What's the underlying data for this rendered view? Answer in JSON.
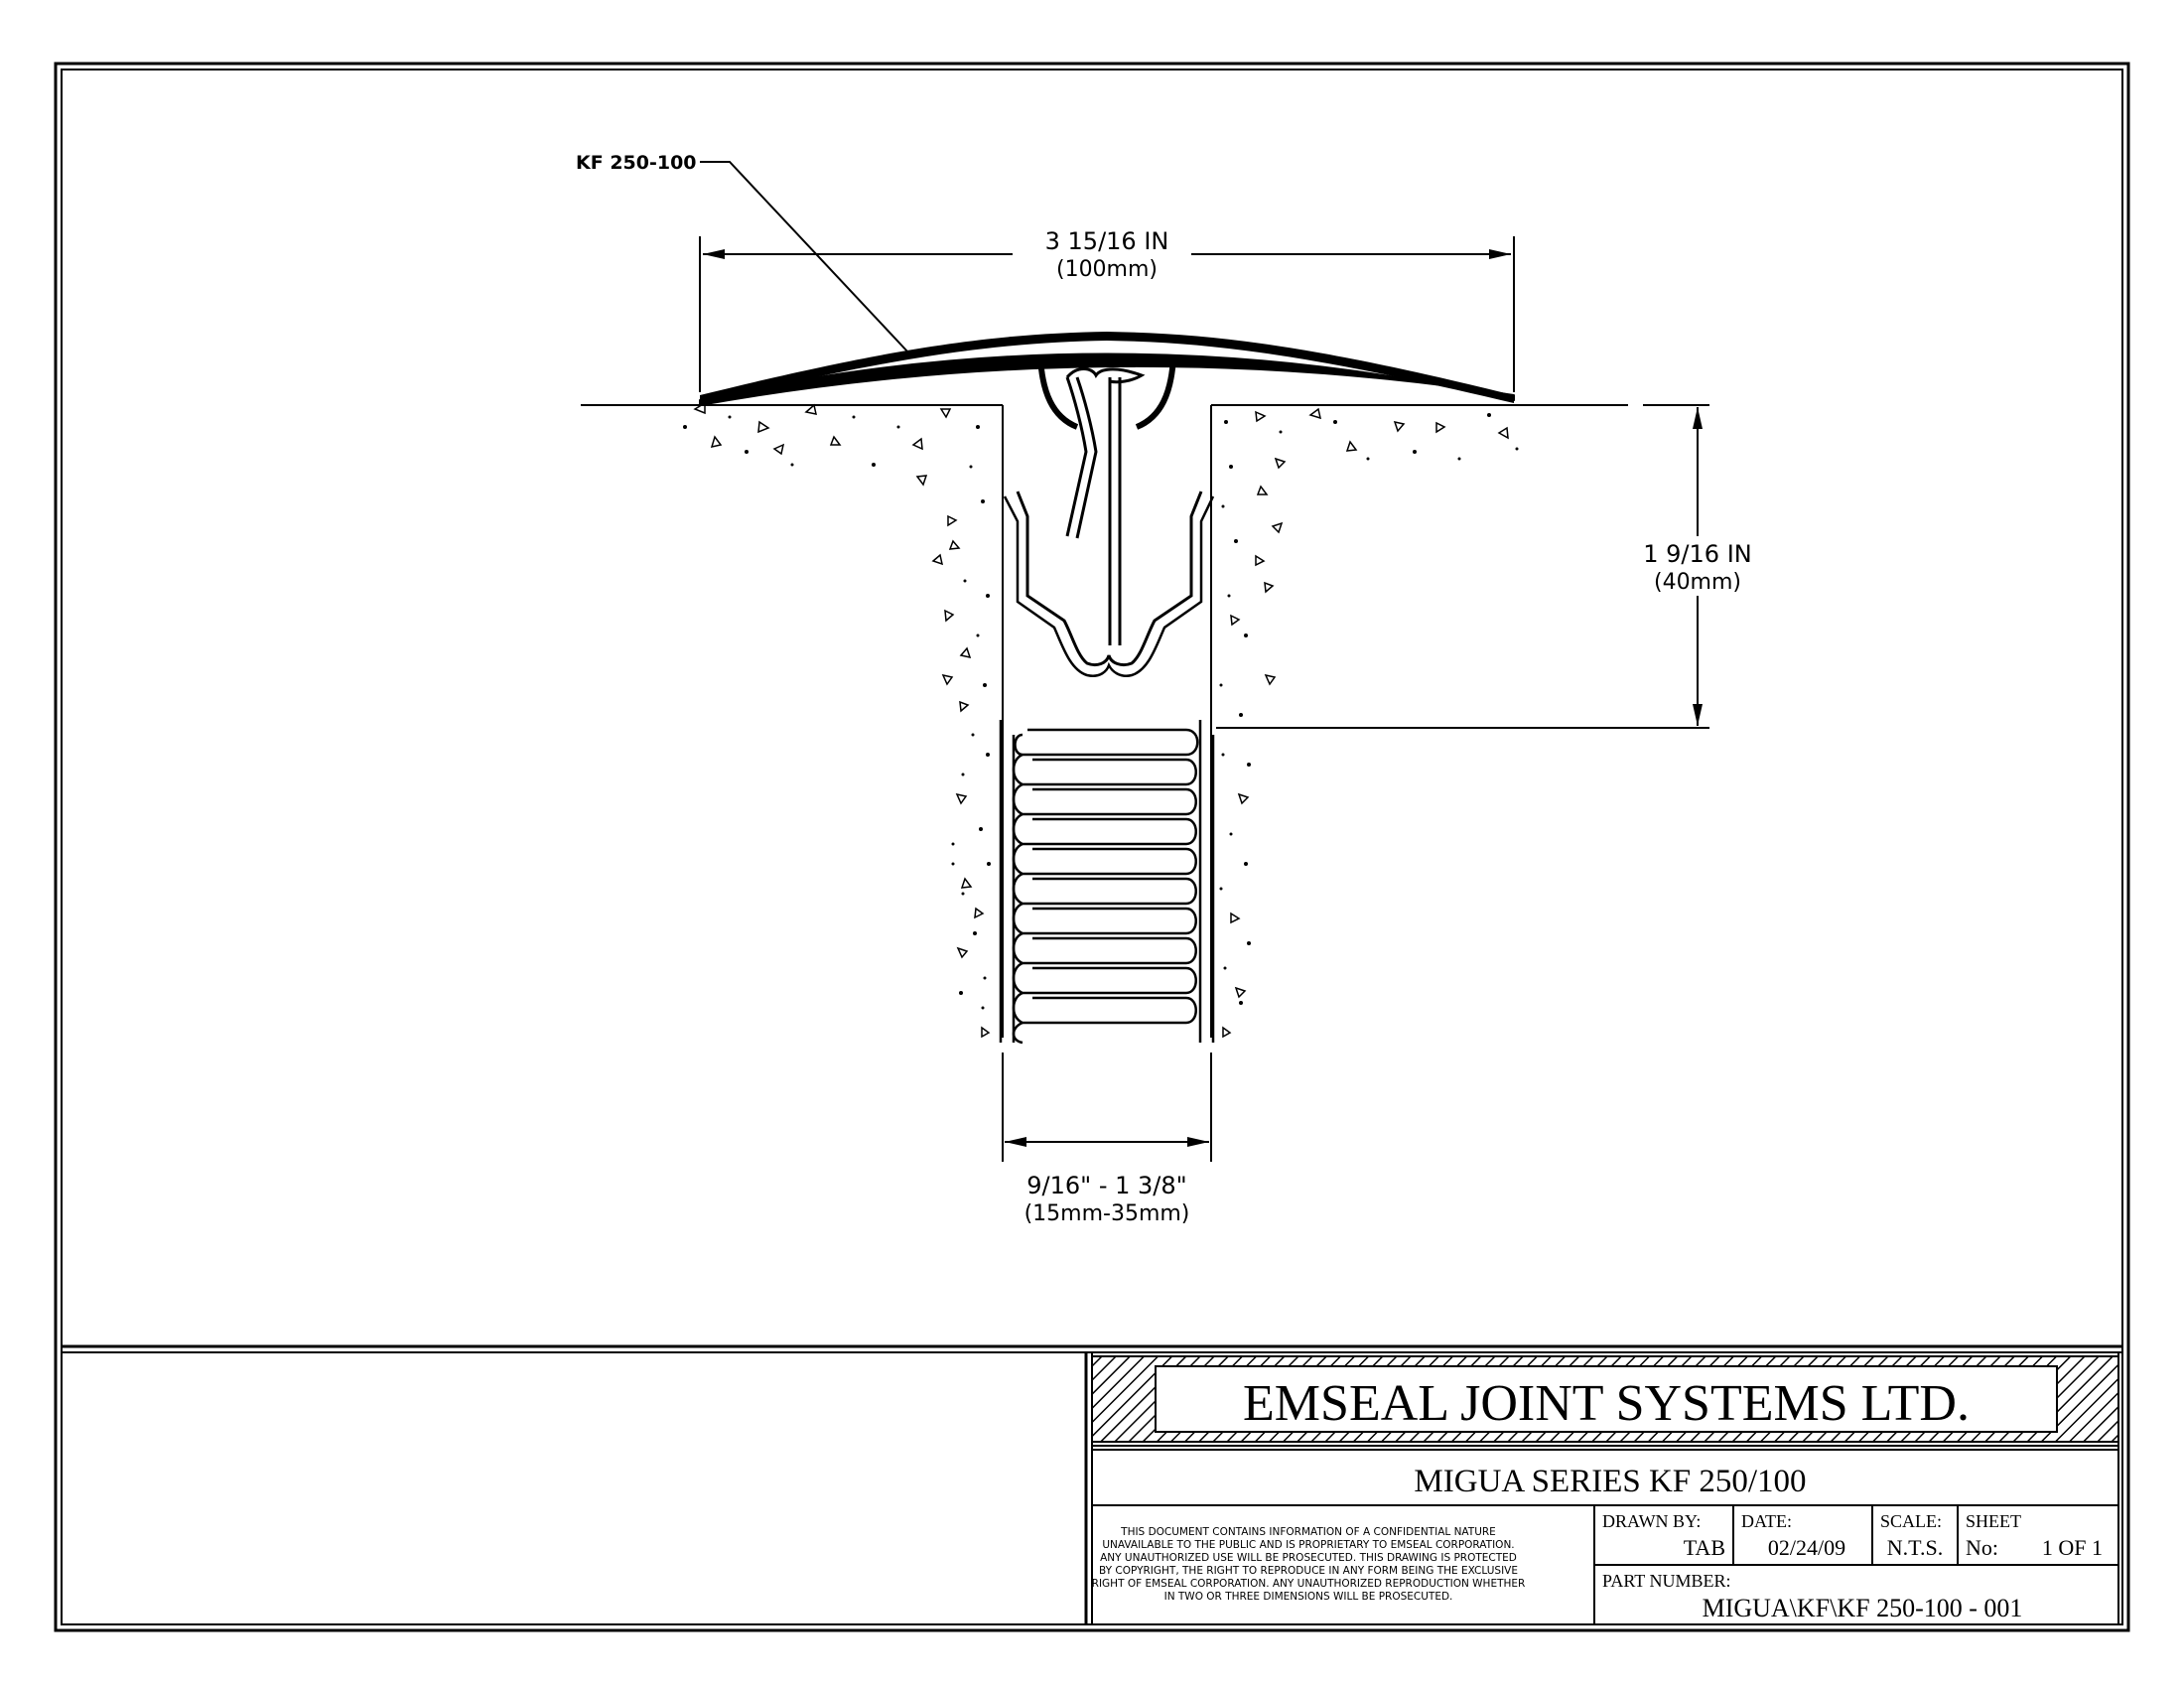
{
  "drawing": {
    "callout_label": "KF 250-100",
    "width_dim": {
      "imperial": "3 15/16 IN",
      "metric": "(100mm)"
    },
    "depth_dim": {
      "imperial": "1 9/16 IN",
      "metric": "(40mm)"
    },
    "gap_dim": {
      "imperial": "9/16\" - 1 3/8\"",
      "metric": "(15mm-35mm)"
    }
  },
  "title_block": {
    "company": "EMSEAL JOINT SYSTEMS LTD.",
    "product": "MIGUA SERIES KF 250/100",
    "notice": [
      "THIS DOCUMENT CONTAINS INFORMATION OF A CONFIDENTIAL NATURE",
      "UNAVAILABLE TO THE PUBLIC AND IS PROPRIETARY TO EMSEAL CORPORATION.",
      "ANY UNAUTHORIZED USE WILL BE PROSECUTED. THIS DRAWING IS PROTECTED",
      "BY COPYRIGHT, THE RIGHT TO REPRODUCE IN ANY FORM BEING THE EXCLUSIVE",
      "RIGHT OF EMSEAL CORPORATION. ANY UNAUTHORIZED REPRODUCTION WHETHER",
      "IN TWO OR THREE DIMENSIONS WILL BE PROSECUTED."
    ],
    "drawn_by_label": "DRAWN BY:",
    "drawn_by": "TAB",
    "date_label": "DATE:",
    "date": "02/24/09",
    "scale_label": "SCALE:",
    "scale": "N.T.S.",
    "sheet_label": "SHEET",
    "sheet_no_label": "No:",
    "sheet_no": "1 OF 1",
    "part_number_label": "PART NUMBER:",
    "part_number": "MIGUA\\KF\\KF 250-100 - 001"
  }
}
